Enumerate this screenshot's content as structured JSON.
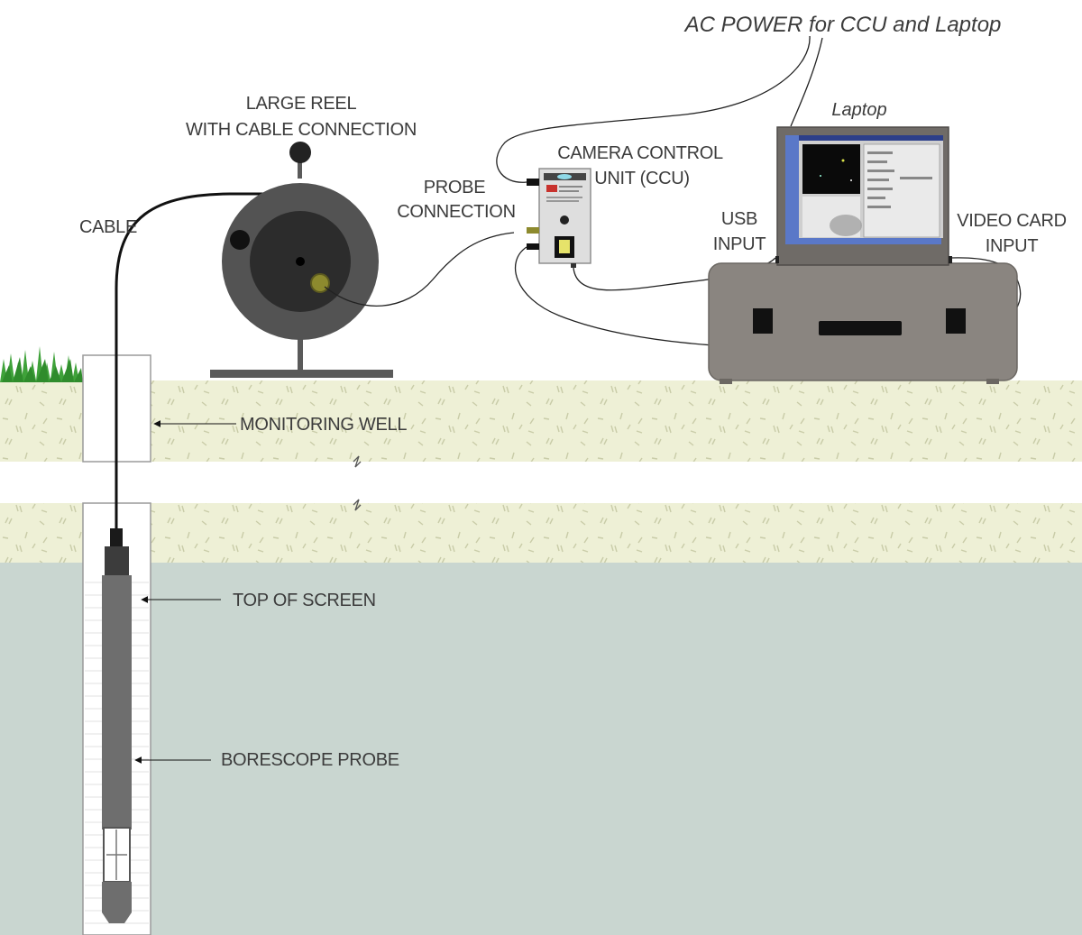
{
  "labels": {
    "ac_power": "AC POWER for CCU and Laptop",
    "laptop": "Laptop",
    "large_reel_line1": "LARGE REEL",
    "large_reel_line2": "WITH CABLE CONNECTION",
    "camera_control_line1": "CAMERA CONTROL",
    "camera_control_line2": "UNIT (CCU)",
    "probe_connection_line1": "PROBE",
    "probe_connection_line2": "CONNECTION",
    "cable": "CABLE",
    "usb_input_line1": "USB",
    "usb_input_line2": "INPUT",
    "video_card_line1": "VIDEO CARD",
    "video_card_line2": "INPUT",
    "monitoring_well": "MONITORING WELL",
    "top_of_screen": "TOP OF SCREEN",
    "borescope_probe": "BORESCOPE PROBE"
  },
  "colors": {
    "soil": "#eef0d6",
    "groundwater": "#c9d6d0",
    "reel_outer": "#535353",
    "reel_inner": "#2c2c2c",
    "case": "#8a8580",
    "laptop_body": "#6f6b67",
    "screen_blue": "#5a78c8",
    "grass": "#3fa23a",
    "probe": "#6e6e6e",
    "label_text": "#3c3c3c"
  }
}
